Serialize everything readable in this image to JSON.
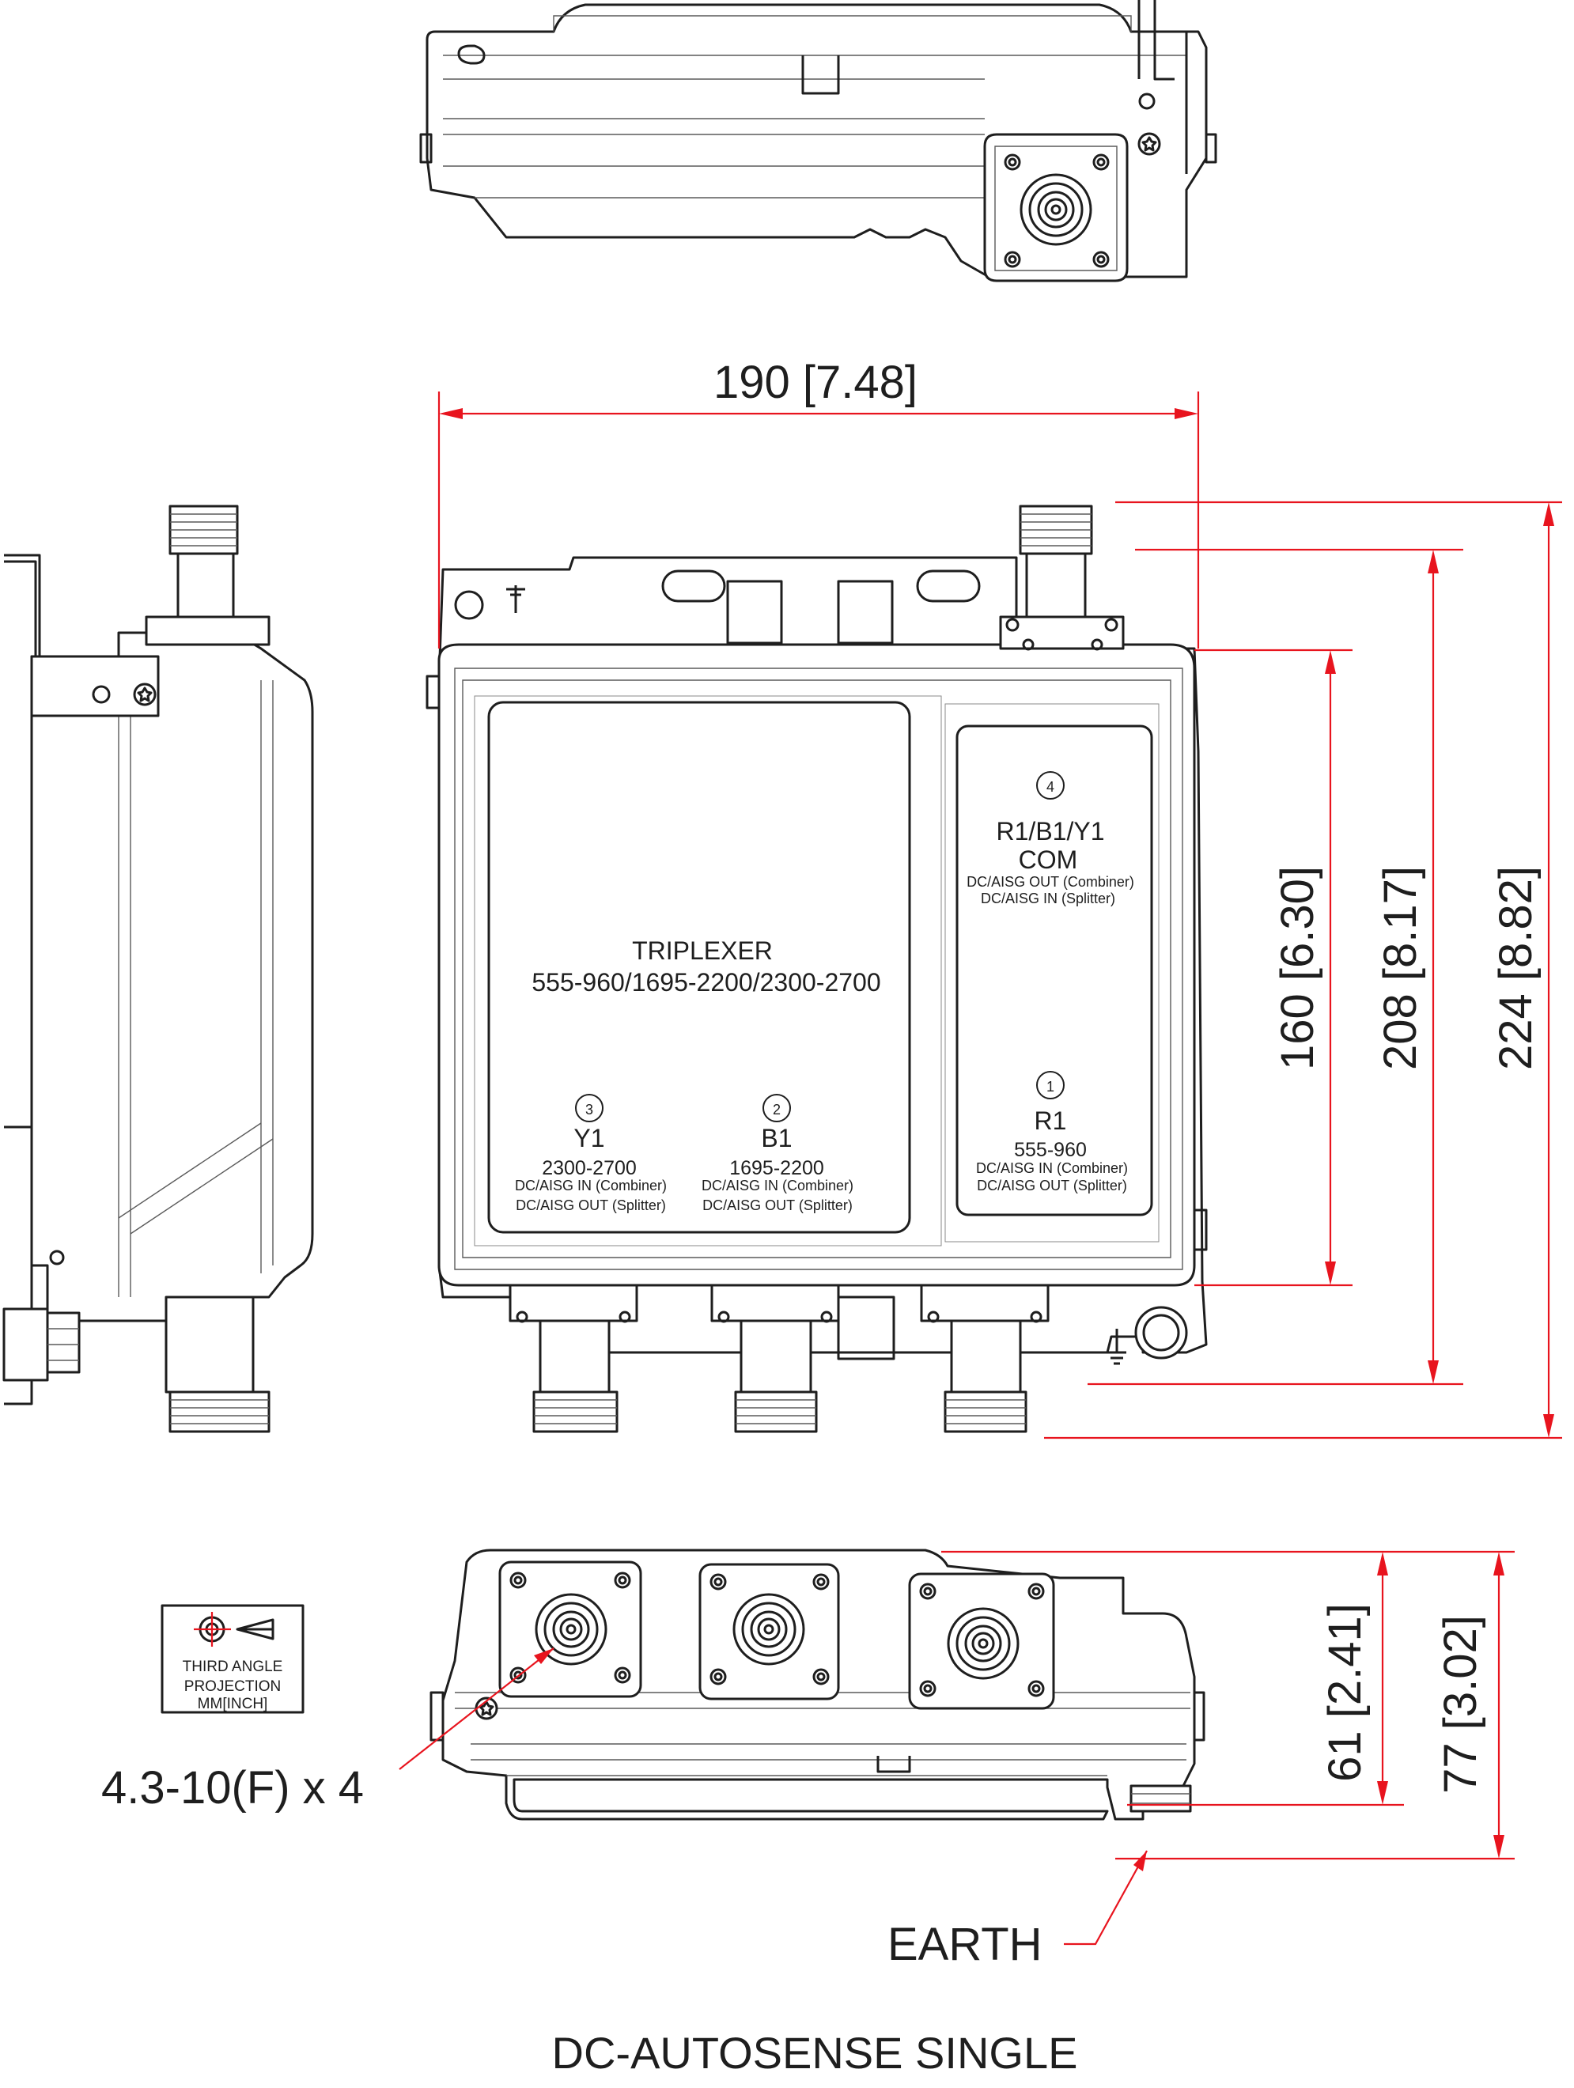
{
  "dimensions": {
    "width": "190 [7.48]",
    "height_body": "160 [6.30]",
    "height_flange": "208 [8.17]",
    "height_overall": "224 [8.82]",
    "depth_body": "61 [2.41]",
    "depth_overall": "77 [3.02]"
  },
  "label_panel": {
    "title": "TRIPLEXER",
    "bands": "555-960/1695-2200/2300-2700"
  },
  "ports": [
    {
      "number": "3",
      "name": "Y1",
      "freq": "2300-2700",
      "line1": "DC/AISG IN (Combiner)",
      "line2": "DC/AISG OUT (Splitter)"
    },
    {
      "number": "2",
      "name": "B1",
      "freq": "1695-2200",
      "line1": "DC/AISG IN (Combiner)",
      "line2": "DC/AISG OUT (Splitter)"
    },
    {
      "number": "1",
      "name": "R1",
      "freq": "555-960",
      "line1": "DC/AISG IN (Combiner)",
      "line2": "DC/AISG OUT (Splitter)"
    }
  ],
  "com_port": {
    "number": "4",
    "name_line1": "R1/B1/Y1",
    "name_line2": "COM",
    "line1": "DC/AISG OUT (Combiner)",
    "line2": "DC/AISG IN (Splitter)"
  },
  "projection_box": {
    "line1": "THIRD ANGLE",
    "line2": "PROJECTION",
    "line3": "MM[INCH]"
  },
  "callouts": {
    "connector": "4.3-10(F) x 4",
    "earth": "EARTH"
  },
  "footer": "DC-AUTOSENSE SINGLE",
  "colors": {
    "outline": "#1e1e1e",
    "dimension": "#e8141e",
    "background": "#ffffff"
  }
}
